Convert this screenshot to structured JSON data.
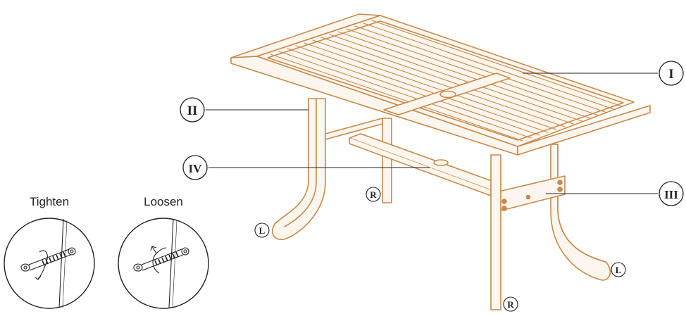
{
  "callouts": {
    "tabletop": "I",
    "leg_frame": "II",
    "side_rail": "III",
    "center_brace": "IV"
  },
  "side_marks": {
    "left_front": "L",
    "left_back": "L",
    "right_back": "R",
    "right_front": "R"
  },
  "detail": {
    "tighten": "Tighten",
    "loosen": "Loosen"
  },
  "colors": {
    "wood_stroke": "#c8894a",
    "wood_fill": "#fdf6ee",
    "line": "#222222",
    "bolt": "#333333"
  }
}
